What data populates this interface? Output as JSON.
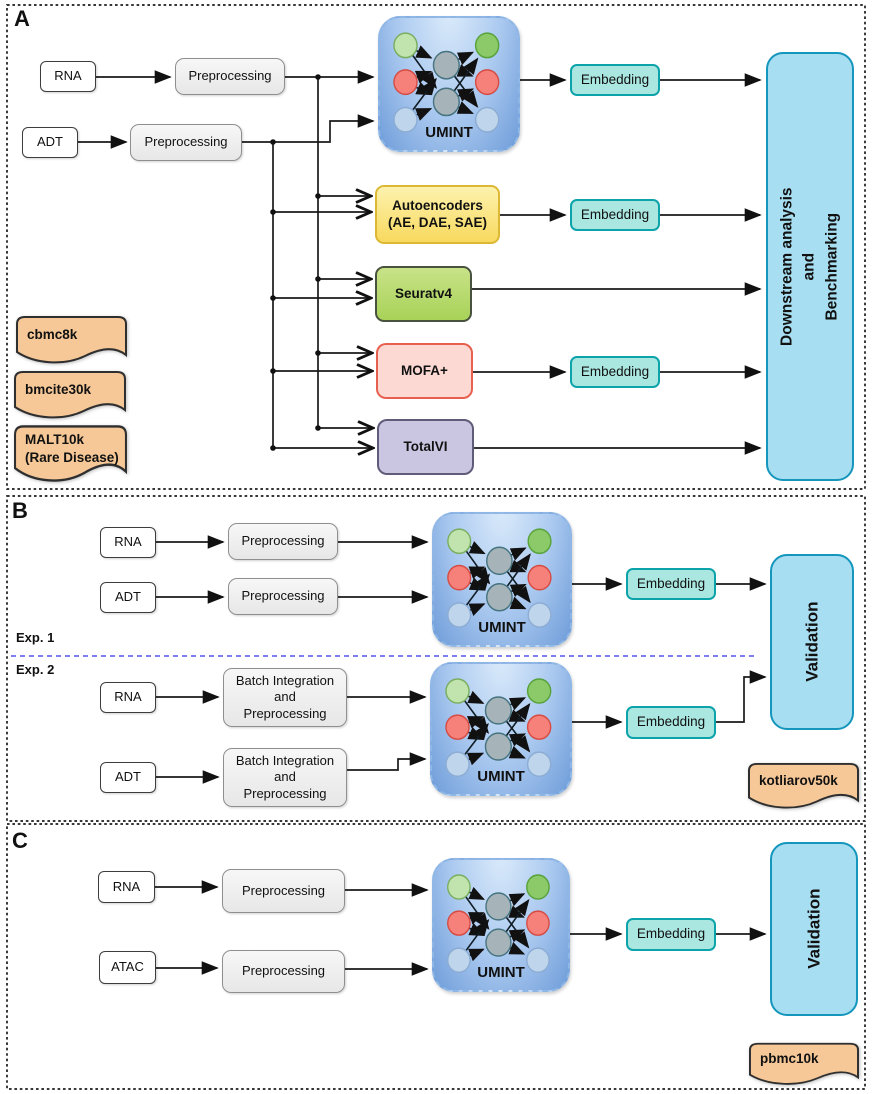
{
  "panels": {
    "a": {
      "letter": "A",
      "rna": "RNA",
      "adt": "ADT",
      "preprocessing": "Preprocessing",
      "umint": "UMINT",
      "autoencoders_line1": "Autoencoders",
      "autoencoders_line2": "(AE, DAE, SAE)",
      "seurat": "Seuratv4",
      "mofa": "MOFA+",
      "totalvi": "TotalVI",
      "embedding": "Embedding",
      "downstream_line1": "Downstream analysis",
      "downstream_line2": "and",
      "downstream_line3": "Benchmarking",
      "dataset1": "cbmc8k",
      "dataset2": "bmcite30k",
      "dataset3_line1": "MALT10k",
      "dataset3_line2": "(Rare Disease)"
    },
    "b": {
      "letter": "B",
      "exp1": "Exp. 1",
      "exp2": "Exp. 2",
      "rna": "RNA",
      "adt": "ADT",
      "preprocessing": "Preprocessing",
      "batch_line1": "Batch Integration",
      "batch_line2": "and",
      "batch_line3": "Preprocessing",
      "umint": "UMINT",
      "embedding": "Embedding",
      "validation": "Validation",
      "dataset": "kotliarov50k"
    },
    "c": {
      "letter": "C",
      "rna": "RNA",
      "atac": "ATAC",
      "preprocessing": "Preprocessing",
      "umint": "UMINT",
      "embedding": "Embedding",
      "validation": "Validation",
      "dataset": "pbmc10k"
    }
  },
  "colors": {
    "embedding_fill": "#abe7e1",
    "embedding_border": "#0da3ab",
    "output_fill": "#a8def1",
    "output_border": "#1496bd",
    "umint_border": "#8fb7e6",
    "autoencoders_fill": "#f9dc67",
    "seurat_fill": "#b3da6b",
    "mofa_fill": "#fcdad3",
    "totalvi_fill": "#cac6e1",
    "dataset_fill": "#f6c897",
    "divider": "#5353ee",
    "node_green_left": "#c1e3ae",
    "node_green_right": "#8cc968",
    "node_red": "#f5817a",
    "node_blue": "#bfd5ec",
    "node_gray": "#a6b3b9"
  }
}
